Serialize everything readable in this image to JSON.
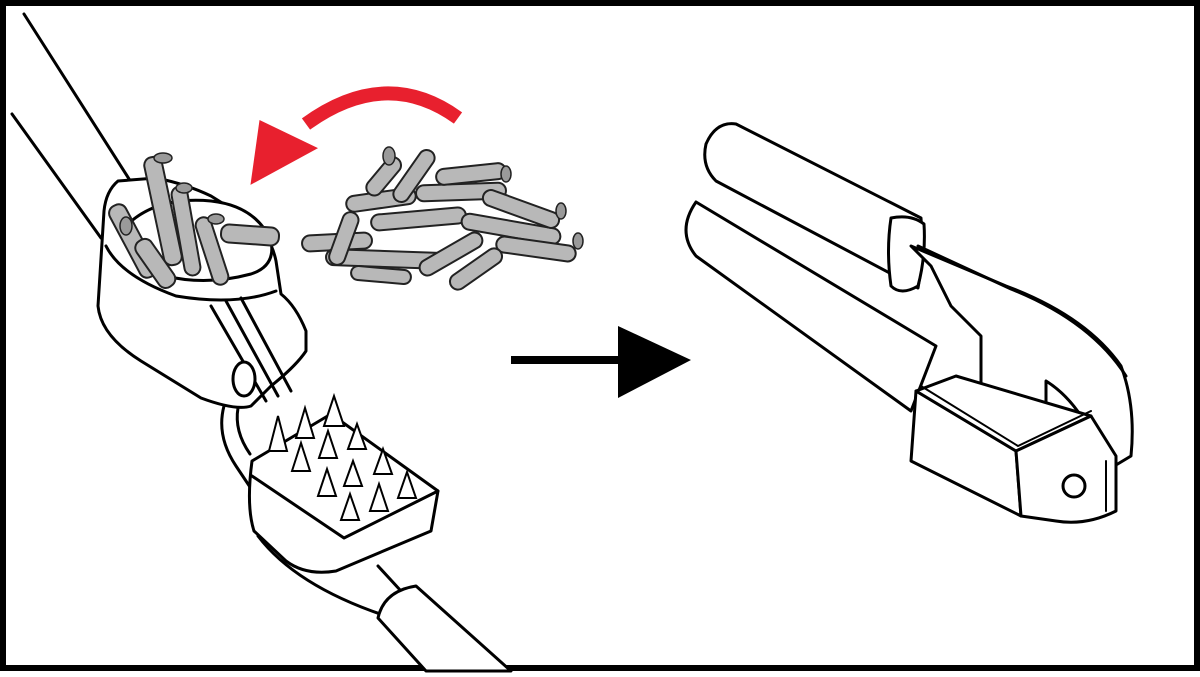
{
  "figure": {
    "caption": "",
    "alt": "Illustration: pieces dropped into the open hopper of a garlic press, then the press is closed",
    "steps": [
      {
        "name": "open-press-with-hopper",
        "description": "Open press with pieces being added to the hopper"
      },
      {
        "name": "loose-pieces-pile",
        "description": "Pile of cut gray pieces"
      },
      {
        "name": "closed-press",
        "description": "Press squeezed closed"
      }
    ],
    "arrows": [
      {
        "name": "curved-arrow",
        "color": "#e8202e",
        "direction": "left-down"
      },
      {
        "name": "right-arrow",
        "color": "#000000",
        "direction": "right"
      }
    ]
  },
  "colors": {
    "border": "#000000",
    "background": "#ffffff",
    "stick_fill": "#b8b8b8",
    "accent_red": "#e8202e"
  }
}
